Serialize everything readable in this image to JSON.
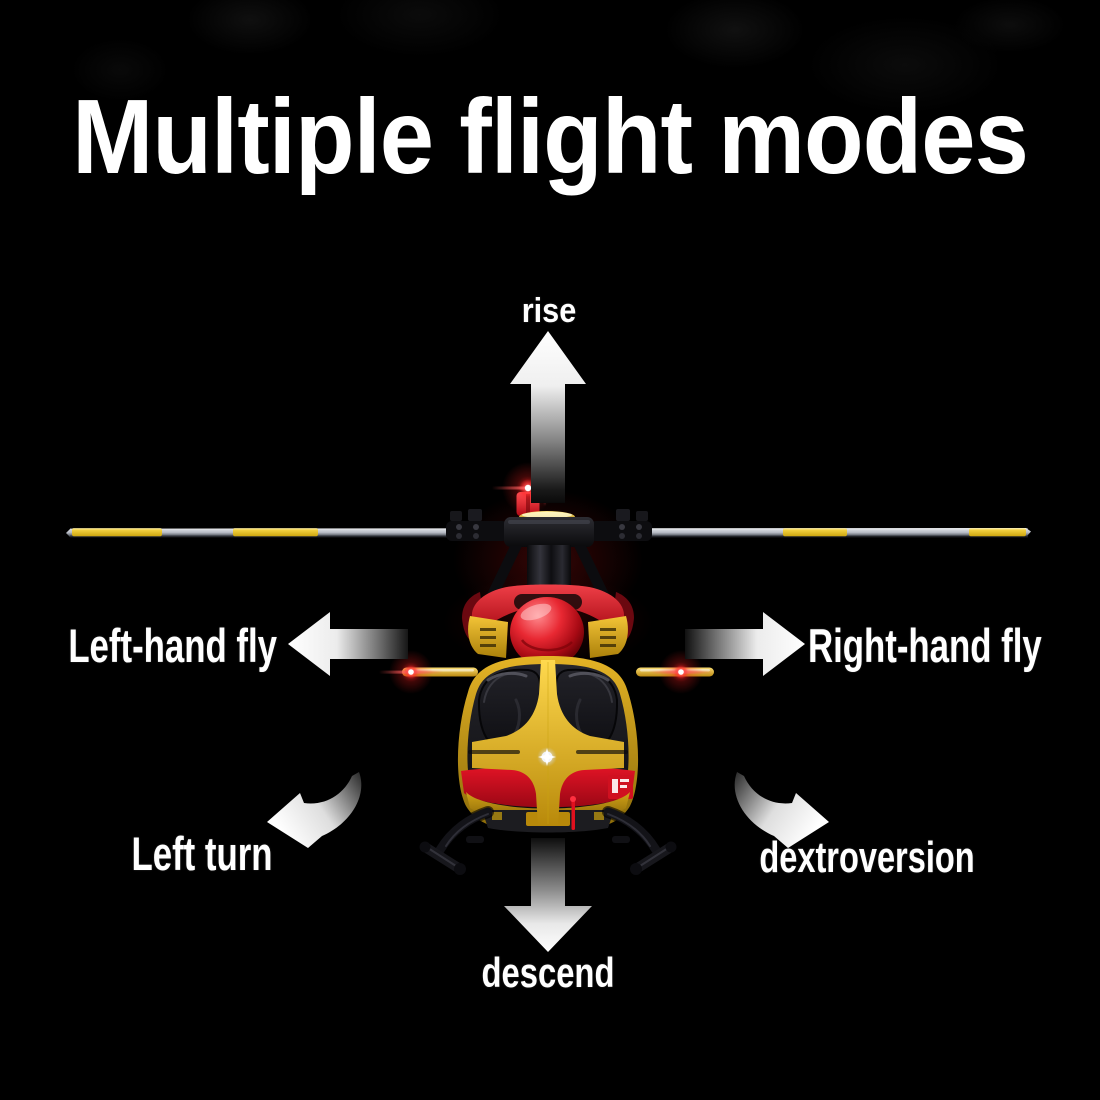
{
  "title": "Multiple flight modes",
  "colors": {
    "background": "#000000",
    "text": "#ffffff",
    "arrow_bright": "#ffffff",
    "heli_red": "#d81424",
    "heli_yellow": "#e8b424",
    "canopy_dark": "#141418",
    "rotor_silver": "#b9bdc6",
    "nav_light_red": "#ff2222"
  },
  "diagram": {
    "subject": "rc-helicopter",
    "modes": [
      {
        "label": "rise",
        "icon": "up-arrow-icon",
        "position": "top"
      },
      {
        "label": "Left-hand fly",
        "icon": "left-arrow-icon",
        "position": "middle-left"
      },
      {
        "label": "Right-hand fly",
        "icon": "right-arrow-icon",
        "position": "middle-right"
      },
      {
        "label": "Left turn",
        "icon": "curved-left-arrow-icon",
        "position": "bottom-left"
      },
      {
        "label": "dextroversion",
        "icon": "curved-right-arrow-icon",
        "position": "bottom-right"
      },
      {
        "label": "descend",
        "icon": "down-arrow-icon",
        "position": "bottom"
      }
    ]
  }
}
